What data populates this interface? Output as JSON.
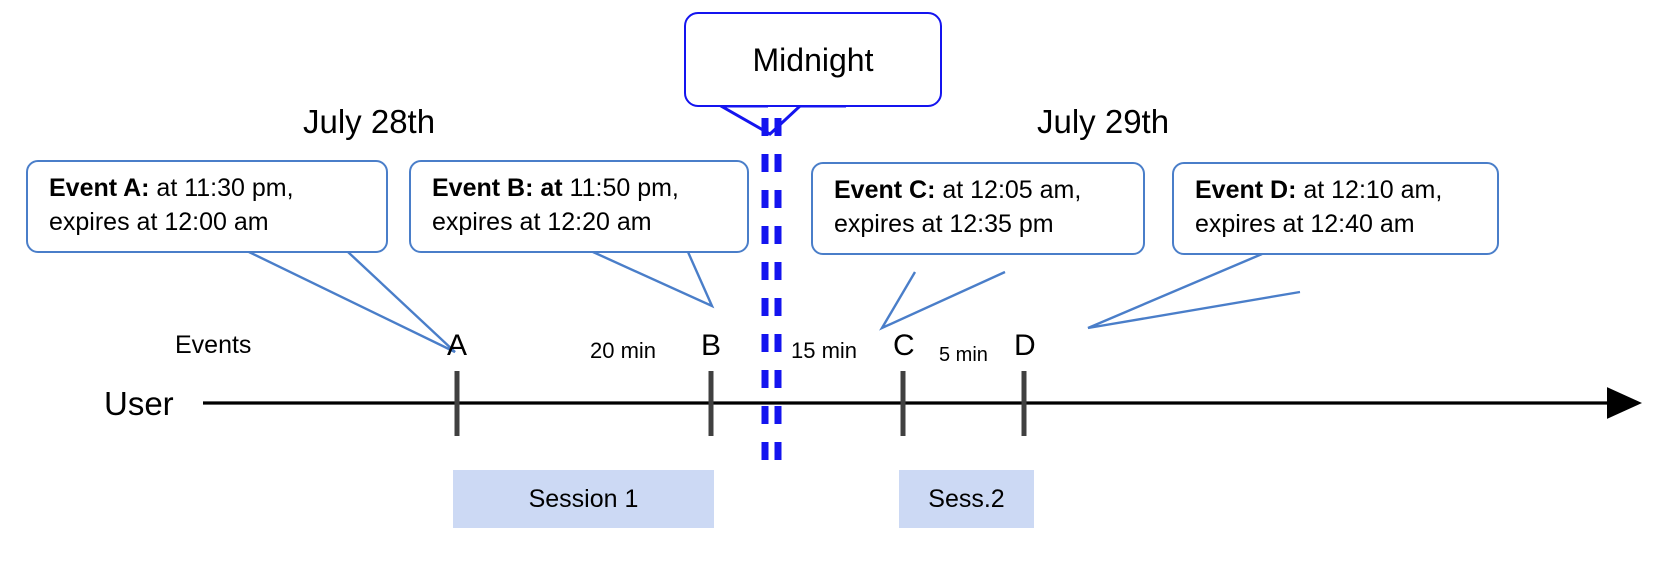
{
  "diagram": {
    "title": "Event expiry across midnight timeline",
    "colors": {
      "callout_border": "#4a7ec9",
      "midnight_border": "#1414ef",
      "midnight_dash": "#1414ef",
      "session_fill": "#ccd9f4",
      "axis": "#000000",
      "tick": "#404040"
    }
  },
  "midnight": {
    "label": "Midnight"
  },
  "dates": {
    "left": "July 28th",
    "right": "July 29th"
  },
  "axis": {
    "row_label": "User",
    "events_label": "Events"
  },
  "callouts": [
    {
      "id": "event-a",
      "bold": "Event A:",
      "rest_line1": " at 11:30 pm,",
      "line2": "expires at 12:00 am"
    },
    {
      "id": "event-b",
      "bold": "Event B: at",
      "rest_line1": " 11:50 pm,",
      "line2": "expires at 12:20 am"
    },
    {
      "id": "event-c",
      "bold": "Event C:",
      "rest_line1": " at 12:05 am,",
      "line2": "expires at 12:35 pm"
    },
    {
      "id": "event-d",
      "bold": "Event D:",
      "rest_line1": "  at 12:10 am,",
      "line2": "expires at 12:40 am"
    }
  ],
  "ticks": [
    {
      "id": "tick-a",
      "label": "A"
    },
    {
      "id": "tick-b",
      "label": "B"
    },
    {
      "id": "tick-c",
      "label": "C"
    },
    {
      "id": "tick-d",
      "label": "D"
    }
  ],
  "gaps": [
    {
      "id": "gap-ab",
      "label": "20 min"
    },
    {
      "id": "gap-bc",
      "label": "15 min"
    },
    {
      "id": "gap-cd",
      "label": "5 min"
    }
  ],
  "sessions": [
    {
      "id": "session-1",
      "label": "Session 1"
    },
    {
      "id": "session-2",
      "label": "Sess.2"
    }
  ]
}
